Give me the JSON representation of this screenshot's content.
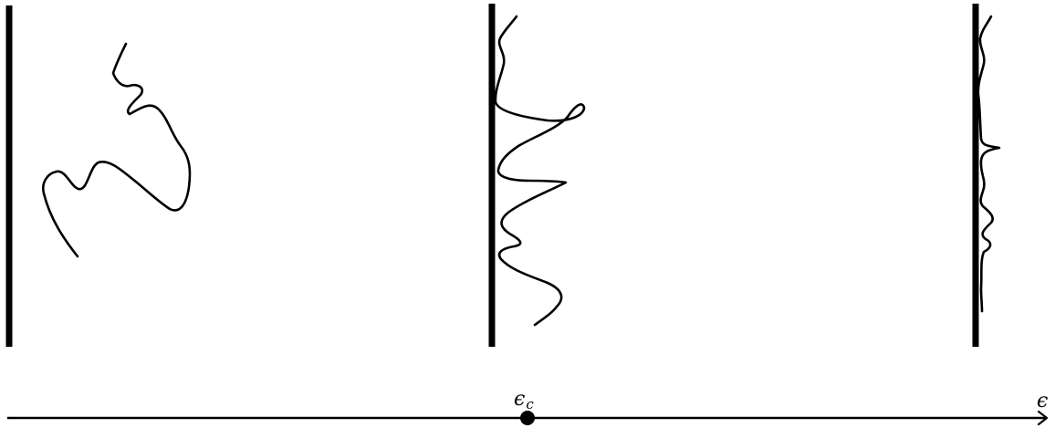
{
  "axis": {
    "critical_label_main": "ϵ",
    "critical_label_sub": "c",
    "end_label": "ϵ"
  },
  "panels": [
    {
      "id": "low",
      "wall": true,
      "chain": "random-coil"
    },
    {
      "id": "critical",
      "wall": true,
      "chain": "partially-adsorbed"
    },
    {
      "id": "high",
      "wall": true,
      "chain": "fully-adsorbed"
    }
  ],
  "colors": {
    "ink": "#000000",
    "background": "#ffffff"
  }
}
